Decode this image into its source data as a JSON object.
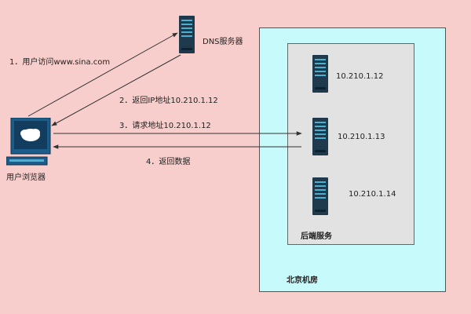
{
  "datacenter": {
    "label": "北京机房"
  },
  "backend": {
    "label": "后端服务",
    "servers": [
      {
        "ip": "10.210.1.12"
      },
      {
        "ip": "10.210.1.13"
      },
      {
        "ip": "10.210.1.14"
      }
    ]
  },
  "dns": {
    "label": "DNS服务器"
  },
  "client": {
    "label": "用户浏览器"
  },
  "steps": [
    {
      "label": "1．用户访问www.sina.com"
    },
    {
      "label": "2．返回IP地址10.210.1.12"
    },
    {
      "label": "3．请求地址10.210.1.12"
    },
    {
      "label": "4．返回数据"
    }
  ],
  "colors": {
    "background": "#f8cecc",
    "datacenter_fill": "#c7fbfb",
    "backend_fill": "#e2e2e2",
    "server_body": "#1f3a4d",
    "server_accent": "#4ab0d0",
    "monitor_body": "#1c5c8a"
  }
}
